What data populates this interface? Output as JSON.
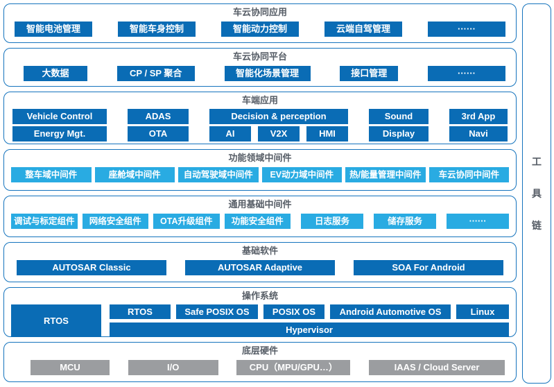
{
  "colors": {
    "box_blue": "#0a6cb5",
    "box_cyan": "#29abe2",
    "box_gray": "#9b9da0",
    "border_blue": "#1473bd",
    "title_gray": "#565d66"
  },
  "sections": {
    "cloud_app": {
      "title": "车云协同应用",
      "items": [
        "智能电池管理",
        "智能车身控制",
        "智能动力控制",
        "云端自驾管理",
        "······"
      ]
    },
    "cloud_platform": {
      "title": "车云协同平台",
      "items": [
        "大数据",
        "CP / SP 聚合",
        "智能化场景管理",
        "接口管理",
        "······"
      ]
    },
    "vehicle_app": {
      "title": "车端应用",
      "row1": [
        "Vehicle Control",
        "ADAS",
        "Decision & perception",
        "Sound",
        "3rd App"
      ],
      "row2": [
        "Energy Mgt.",
        "OTA",
        "AI",
        "V2X",
        "HMI",
        "Display",
        "Navi"
      ]
    },
    "domain_middleware": {
      "title": "功能领域中间件",
      "items": [
        "整车域中间件",
        "座舱域中间件",
        "自动驾驶域中间件",
        "EV动力域中间件",
        "热/能量管理中间件",
        "车云协同中间件"
      ]
    },
    "common_middleware": {
      "title": "通用基础中间件",
      "items": [
        "调试与标定组件",
        "网络安全组件",
        "OTA升级组件",
        "功能安全组件",
        "日志服务",
        "储存服务",
        "······"
      ]
    },
    "base_software": {
      "title": "基础软件",
      "items": [
        "AUTOSAR Classic",
        "AUTOSAR Adaptive",
        "SOA For Android"
      ]
    },
    "os": {
      "title": "操作系统",
      "left_box": "RTOS",
      "row1": [
        "RTOS",
        "Safe POSIX OS",
        "POSIX OS",
        "Android Automotive OS",
        "Linux"
      ],
      "hypervisor": "Hypervisor"
    },
    "hardware": {
      "title": "底层硬件",
      "items": [
        "MCU",
        "I/O",
        "CPU（MPU/GPU…）",
        "IAAS / Cloud Server"
      ]
    }
  },
  "toolchain": {
    "label": "工具链",
    "chars": [
      "工",
      "具",
      "链"
    ]
  }
}
